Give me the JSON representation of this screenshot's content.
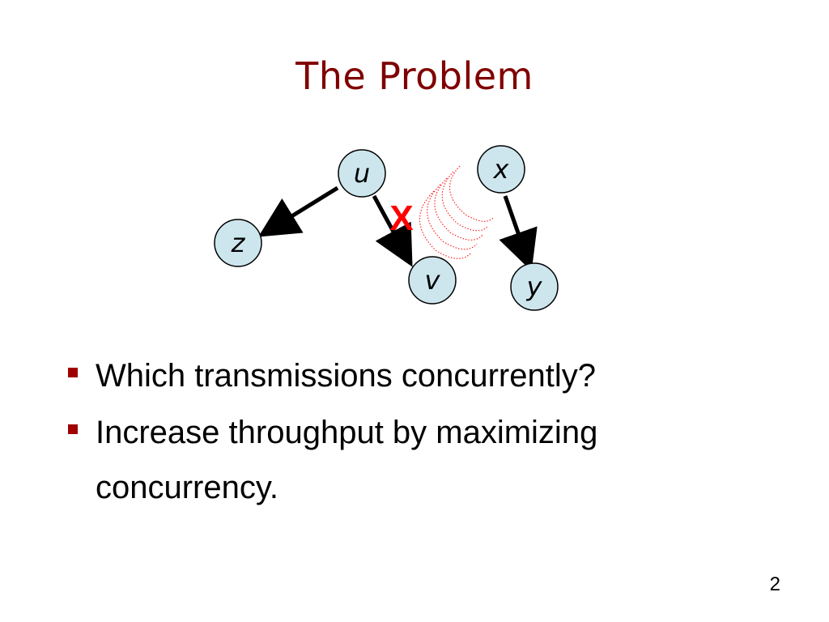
{
  "slide": {
    "title": "The Problem",
    "page_number": "2"
  },
  "diagram": {
    "nodes": {
      "u": "u",
      "x": "x",
      "z": "z",
      "v": "v",
      "y": "y"
    },
    "interference_mark": "X",
    "colors": {
      "node_fill": "#cde6ee",
      "node_stroke": "#000000",
      "arrow": "#000000",
      "interference": "#ff0000",
      "title": "#800000",
      "bullet_marker": "#a00000"
    }
  },
  "bullets": [
    {
      "text": "Which transmissions concurrently?"
    },
    {
      "text": "Increase throughput by maximizing concurrency."
    }
  ]
}
